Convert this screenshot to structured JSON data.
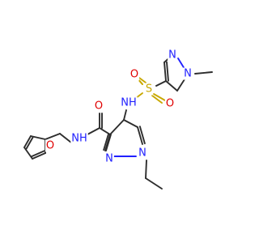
{
  "molecule": {
    "atom_labels": {
      "n_pyr2_1": "N",
      "n_pyr2_2": "N",
      "s1": "S",
      "o_s1": "O",
      "o_s2": "O",
      "nh_sulfonamide": "NH",
      "o_amide": "O",
      "nh_amide": "NH",
      "n_pyr1_1": "N",
      "n_pyr1_2": "N",
      "o_furan": "O"
    },
    "colors": {
      "bond": "#2d2d2d",
      "nitrogen": "#2020ff",
      "oxygen": "#e00000",
      "sulfur": "#c8a800",
      "background": "#ffffff"
    }
  }
}
